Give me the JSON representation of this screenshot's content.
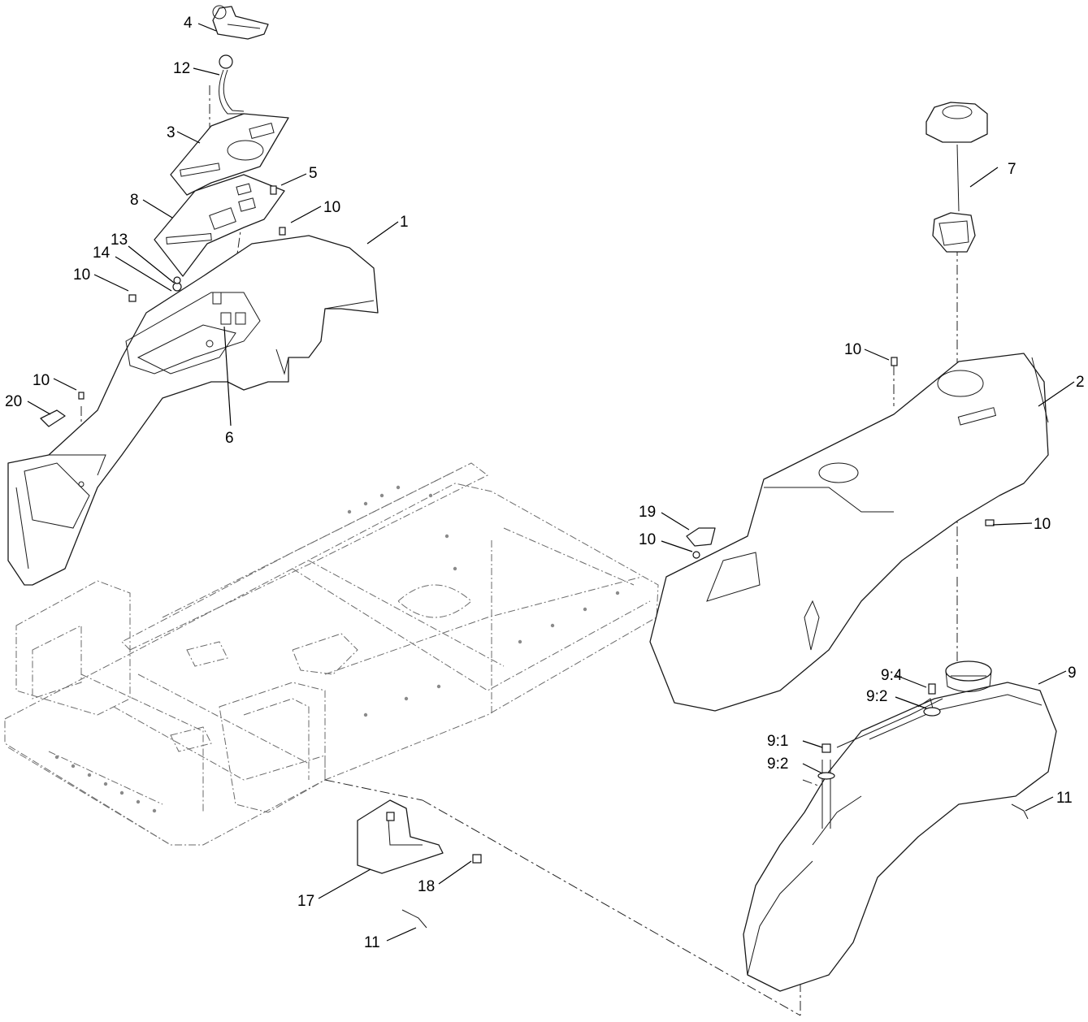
{
  "callouts": [
    {
      "id": "c4",
      "label": "4"
    },
    {
      "id": "c12",
      "label": "12"
    },
    {
      "id": "c3",
      "label": "3"
    },
    {
      "id": "c5",
      "label": "5"
    },
    {
      "id": "c8",
      "label": "8"
    },
    {
      "id": "c10a",
      "label": "10"
    },
    {
      "id": "c1",
      "label": "1"
    },
    {
      "id": "c13",
      "label": "13"
    },
    {
      "id": "c14",
      "label": "14"
    },
    {
      "id": "c10b",
      "label": "10"
    },
    {
      "id": "c10c",
      "label": "10"
    },
    {
      "id": "c20",
      "label": "20"
    },
    {
      "id": "c6",
      "label": "6"
    },
    {
      "id": "c7",
      "label": "7"
    },
    {
      "id": "c10d",
      "label": "10"
    },
    {
      "id": "c2",
      "label": "2"
    },
    {
      "id": "c19",
      "label": "19"
    },
    {
      "id": "c10e",
      "label": "10"
    },
    {
      "id": "c10f",
      "label": "10"
    },
    {
      "id": "c9",
      "label": "9"
    },
    {
      "id": "c94",
      "label": "9:4"
    },
    {
      "id": "c92a",
      "label": "9:2"
    },
    {
      "id": "c91",
      "label": "9:1"
    },
    {
      "id": "c92b",
      "label": "9:2"
    },
    {
      "id": "c11a",
      "label": "11"
    },
    {
      "id": "c17",
      "label": "17"
    },
    {
      "id": "c18",
      "label": "18"
    },
    {
      "id": "c11b",
      "label": "11"
    }
  ]
}
